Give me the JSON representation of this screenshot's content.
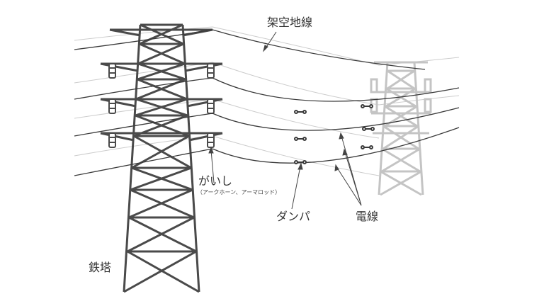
{
  "labels": {
    "ground_wire": "架空地線",
    "insulator": "がいし",
    "insulator_note": "（アークホーン、アーマロッド）",
    "damper": "ダンパ",
    "conductor": "電線",
    "tower": "鉄塔"
  },
  "colors": {
    "tower_main": "#4a4a4a",
    "tower_far": "#c4c4c4",
    "wire_dark": "#3a3a3a",
    "wire_light": "#cccccc",
    "text": "#333333"
  }
}
